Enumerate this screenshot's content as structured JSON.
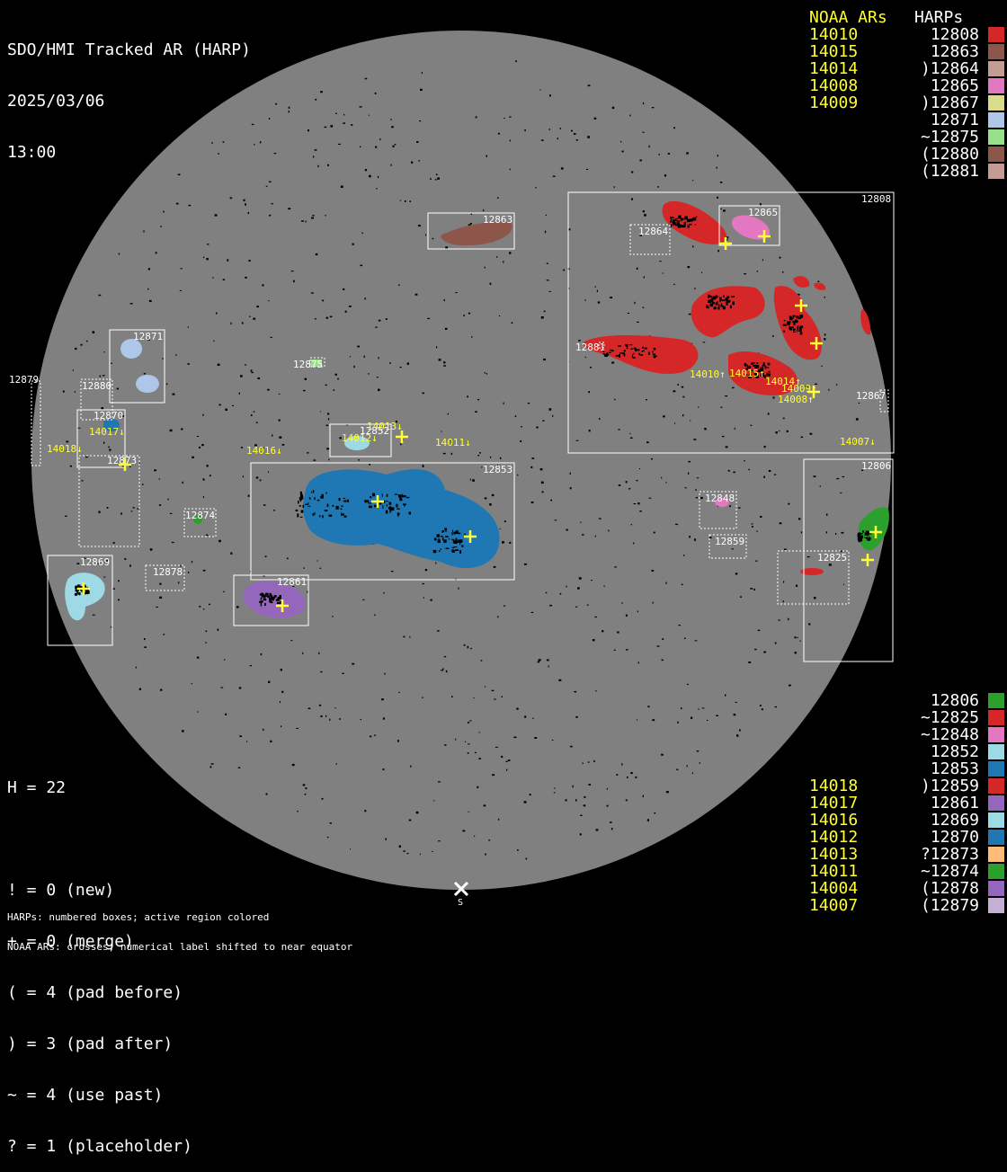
{
  "header": {
    "title": "SDO/HMI Tracked AR (HARP)",
    "date": "2025/03/06",
    "time": "13:00",
    "noaa_head": "NOAA ARs",
    "harp_head": "HARPs"
  },
  "top_legend": [
    {
      "noaa": "14010",
      "harp": "12808",
      "color": "#d62728"
    },
    {
      "noaa": "14015",
      "harp": "12863",
      "color": "#8c564b"
    },
    {
      "noaa": "14014",
      "harp": ")12864",
      "color": "#c49c94"
    },
    {
      "noaa": "14008",
      "harp": "12865",
      "color": "#e377c2"
    },
    {
      "noaa": "14009",
      "harp": ")12867",
      "color": "#dbdb8d"
    },
    {
      "noaa": "",
      "harp": "12871",
      "color": "#aec7e8"
    },
    {
      "noaa": "",
      "harp": "~12875",
      "color": "#98df8a"
    },
    {
      "noaa": "",
      "harp": "(12880",
      "color": "#8c564b"
    },
    {
      "noaa": "",
      "harp": "(12881",
      "color": "#c49c94"
    }
  ],
  "bottom_legend": [
    {
      "noaa": "",
      "harp": "12806",
      "color": "#2ca02c"
    },
    {
      "noaa": "",
      "harp": "~12825",
      "color": "#d62728"
    },
    {
      "noaa": "",
      "harp": "~12848",
      "color": "#e377c2"
    },
    {
      "noaa": "",
      "harp": "12852",
      "color": "#9edae5"
    },
    {
      "noaa": "",
      "harp": "12853",
      "color": "#1f77b4"
    },
    {
      "noaa": "14018",
      "harp": ")12859",
      "color": "#d62728"
    },
    {
      "noaa": "14017",
      "harp": "12861",
      "color": "#9467bd"
    },
    {
      "noaa": "14016",
      "harp": "12869",
      "color": "#9edae5"
    },
    {
      "noaa": "14012",
      "harp": "12870",
      "color": "#1f77b4"
    },
    {
      "noaa": "14013",
      "harp": "?12873",
      "color": "#ffbb78"
    },
    {
      "noaa": "14011",
      "harp": "~12874",
      "color": "#2ca02c"
    },
    {
      "noaa": "14004",
      "harp": "(12878",
      "color": "#9467bd"
    },
    {
      "noaa": "14007",
      "harp": "(12879",
      "color": "#c5b0d5"
    }
  ],
  "stats": {
    "h": "H = 22",
    "new": "! = 0 (new)",
    "merge": "+ = 0 (merge)",
    "pad_before": "( = 4 (pad before)",
    "pad_after": ") = 3 (pad after)",
    "use_past": "~ = 4 (use past)",
    "placeholder": "? = 1 (placeholder)"
  },
  "footer": {
    "line1": "HARPs: numbered boxes; active region colored",
    "line2": "NOAA ARs: crosses; numerical label shifted to near equator"
  },
  "disk": {
    "south_marker": "S",
    "harp_labels": [
      "12808",
      "12863",
      "12864",
      "12865",
      "12881",
      "12867",
      "12871",
      "12879",
      "12880",
      "12870",
      "12873",
      "12875",
      "12852",
      "12853",
      "12874",
      "12869",
      "12878",
      "12861",
      "12848",
      "12859",
      "12806",
      "12825"
    ],
    "noaa_labels": [
      "14010↑",
      "14015↑",
      "14014↑",
      "14009↑",
      "14008↑",
      "14007↓",
      "14013↓",
      "14012↓",
      "14011↓",
      "14016↓",
      "14017↓",
      "14018↓"
    ]
  },
  "colors": {
    "disk": "#808080",
    "noaa_text": "#ffff33",
    "box": "#ffffff"
  }
}
